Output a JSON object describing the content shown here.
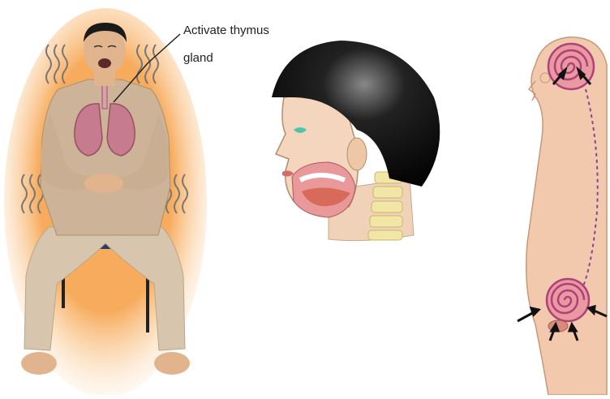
{
  "annotation": {
    "line1": "Activate thymus",
    "line2": "gland"
  },
  "figures": [
    {
      "name": "seated-person-breathing",
      "description_icon": "person-figure"
    },
    {
      "name": "head-cross-section",
      "description_icon": "head-figure"
    },
    {
      "name": "body-energy-spirals",
      "description_icon": "body-figure"
    }
  ],
  "colors": {
    "glow": "#f6a24a",
    "skin": "#e8b58f",
    "shirt": "#cdb398",
    "pants": "#d7c6ad",
    "lungs": "#c77b8e",
    "hair": "#111111",
    "spiral": "#b0407a",
    "arrow": "#111111",
    "body_skin": "#f3c9ad"
  }
}
